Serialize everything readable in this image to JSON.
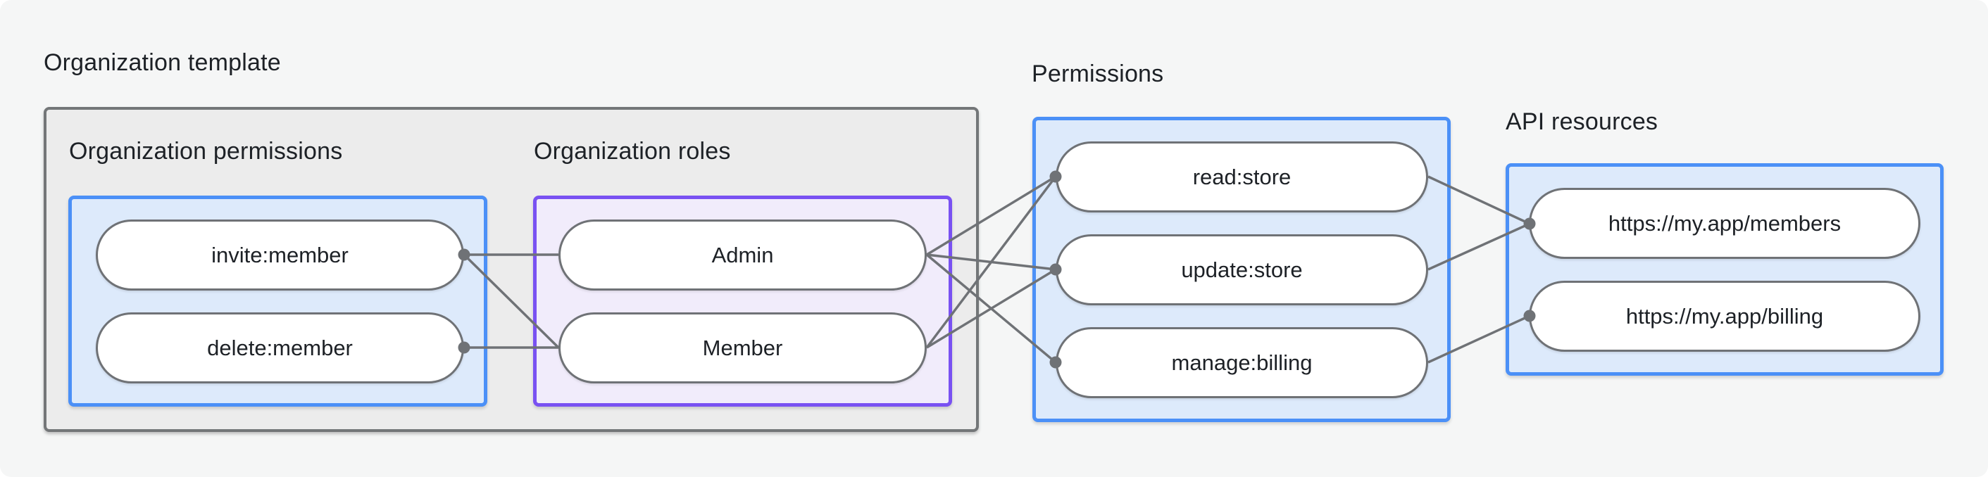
{
  "title": "Organization template",
  "org_template": {
    "permissions_group": {
      "label": "Organization permissions",
      "nodes": {
        "invite": "invite:member",
        "delete": "delete:member"
      }
    },
    "roles_group": {
      "label": "Organization roles",
      "nodes": {
        "admin": "Admin",
        "member": "Member"
      }
    }
  },
  "permissions": {
    "label": "Permissions",
    "nodes": {
      "read": "read:store",
      "update": "update:store",
      "manage": "manage:billing"
    }
  },
  "api_resources": {
    "label": "API resources",
    "nodes": {
      "members": "https://my.app/members",
      "billing": "https://my.app/billing"
    }
  },
  "connections": [
    {
      "from": "invite:member",
      "to": "Admin"
    },
    {
      "from": "invite:member",
      "to": "Member"
    },
    {
      "from": "delete:member",
      "to": "Member"
    },
    {
      "from": "Admin",
      "to": "read:store"
    },
    {
      "from": "Admin",
      "to": "update:store"
    },
    {
      "from": "Admin",
      "to": "manage:billing"
    },
    {
      "from": "Member",
      "to": "read:store"
    },
    {
      "from": "Member",
      "to": "update:store"
    },
    {
      "from": "read:store",
      "to": "https://my.app/members"
    },
    {
      "from": "update:store",
      "to": "https://my.app/members"
    },
    {
      "from": "manage:billing",
      "to": "https://my.app/billing"
    }
  ],
  "colors": {
    "card_background": "#f5f6f6",
    "group_box_fill": "#ececec",
    "group_box_border": "#737678",
    "blue_fill": "#ddeafb",
    "blue_border": "#4b90f7",
    "purple_fill": "#f1ecfb",
    "purple_border": "#7951f2",
    "node_fill": "#ffffff",
    "node_border": "#6f7276",
    "edge": "#6f7276",
    "text": "#1d2126"
  }
}
